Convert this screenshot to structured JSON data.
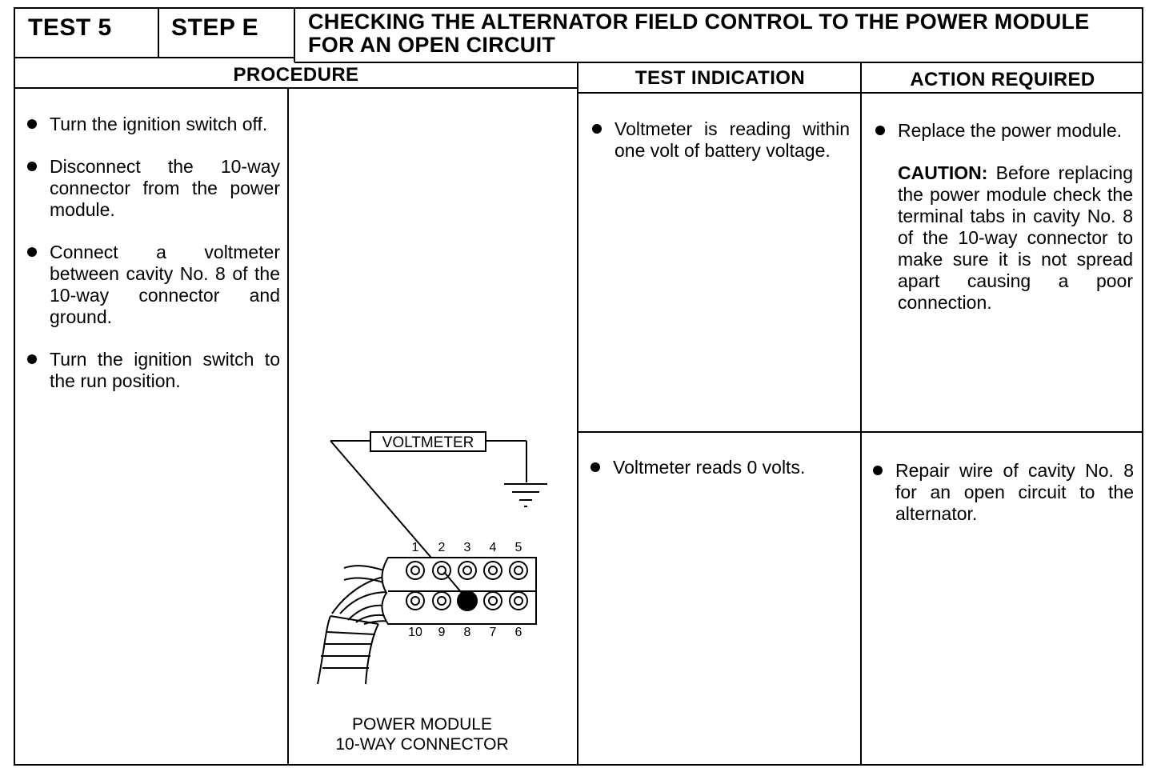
{
  "header": {
    "test_label": "TEST 5",
    "step_label": "STEP E",
    "title": "CHECKING THE ALTERNATOR FIELD CONTROL TO THE POWER MODULE FOR AN OPEN CIRCUIT"
  },
  "columns": {
    "procedure": "PROCEDURE",
    "test_indication": "TEST INDICATION",
    "action_required": "ACTION REQUIRED"
  },
  "procedure": {
    "steps": [
      "Turn the ignition switch off.",
      "Disconnect the 10-way connector from the power module.",
      "Connect a voltmeter between cavity No. 8 of the 10-way connector and ground.",
      "Turn the ignition switch to the run position."
    ]
  },
  "diagram": {
    "voltmeter_label": "VOLTMETER",
    "top_pins": [
      "1",
      "2",
      "3",
      "4",
      "5"
    ],
    "bottom_pins": [
      "10",
      "9",
      "8",
      "7",
      "6"
    ],
    "caption_line1": "POWER MODULE",
    "caption_line2": "10-WAY CONNECTOR"
  },
  "rows": [
    {
      "indication": "Voltmeter is reading within one volt of battery voltage.",
      "action": "Replace the power module.",
      "caution_label": "CAUTION:",
      "caution_text": "Before replacing the power module check the terminal tabs in cavity No. 8 of the 10-way connector to make sure it is not spread apart causing a poor connection."
    },
    {
      "indication": "Voltmeter reads 0 volts.",
      "action": "Repair wire of cavity No. 8 for an open circuit to the alternator."
    }
  ]
}
